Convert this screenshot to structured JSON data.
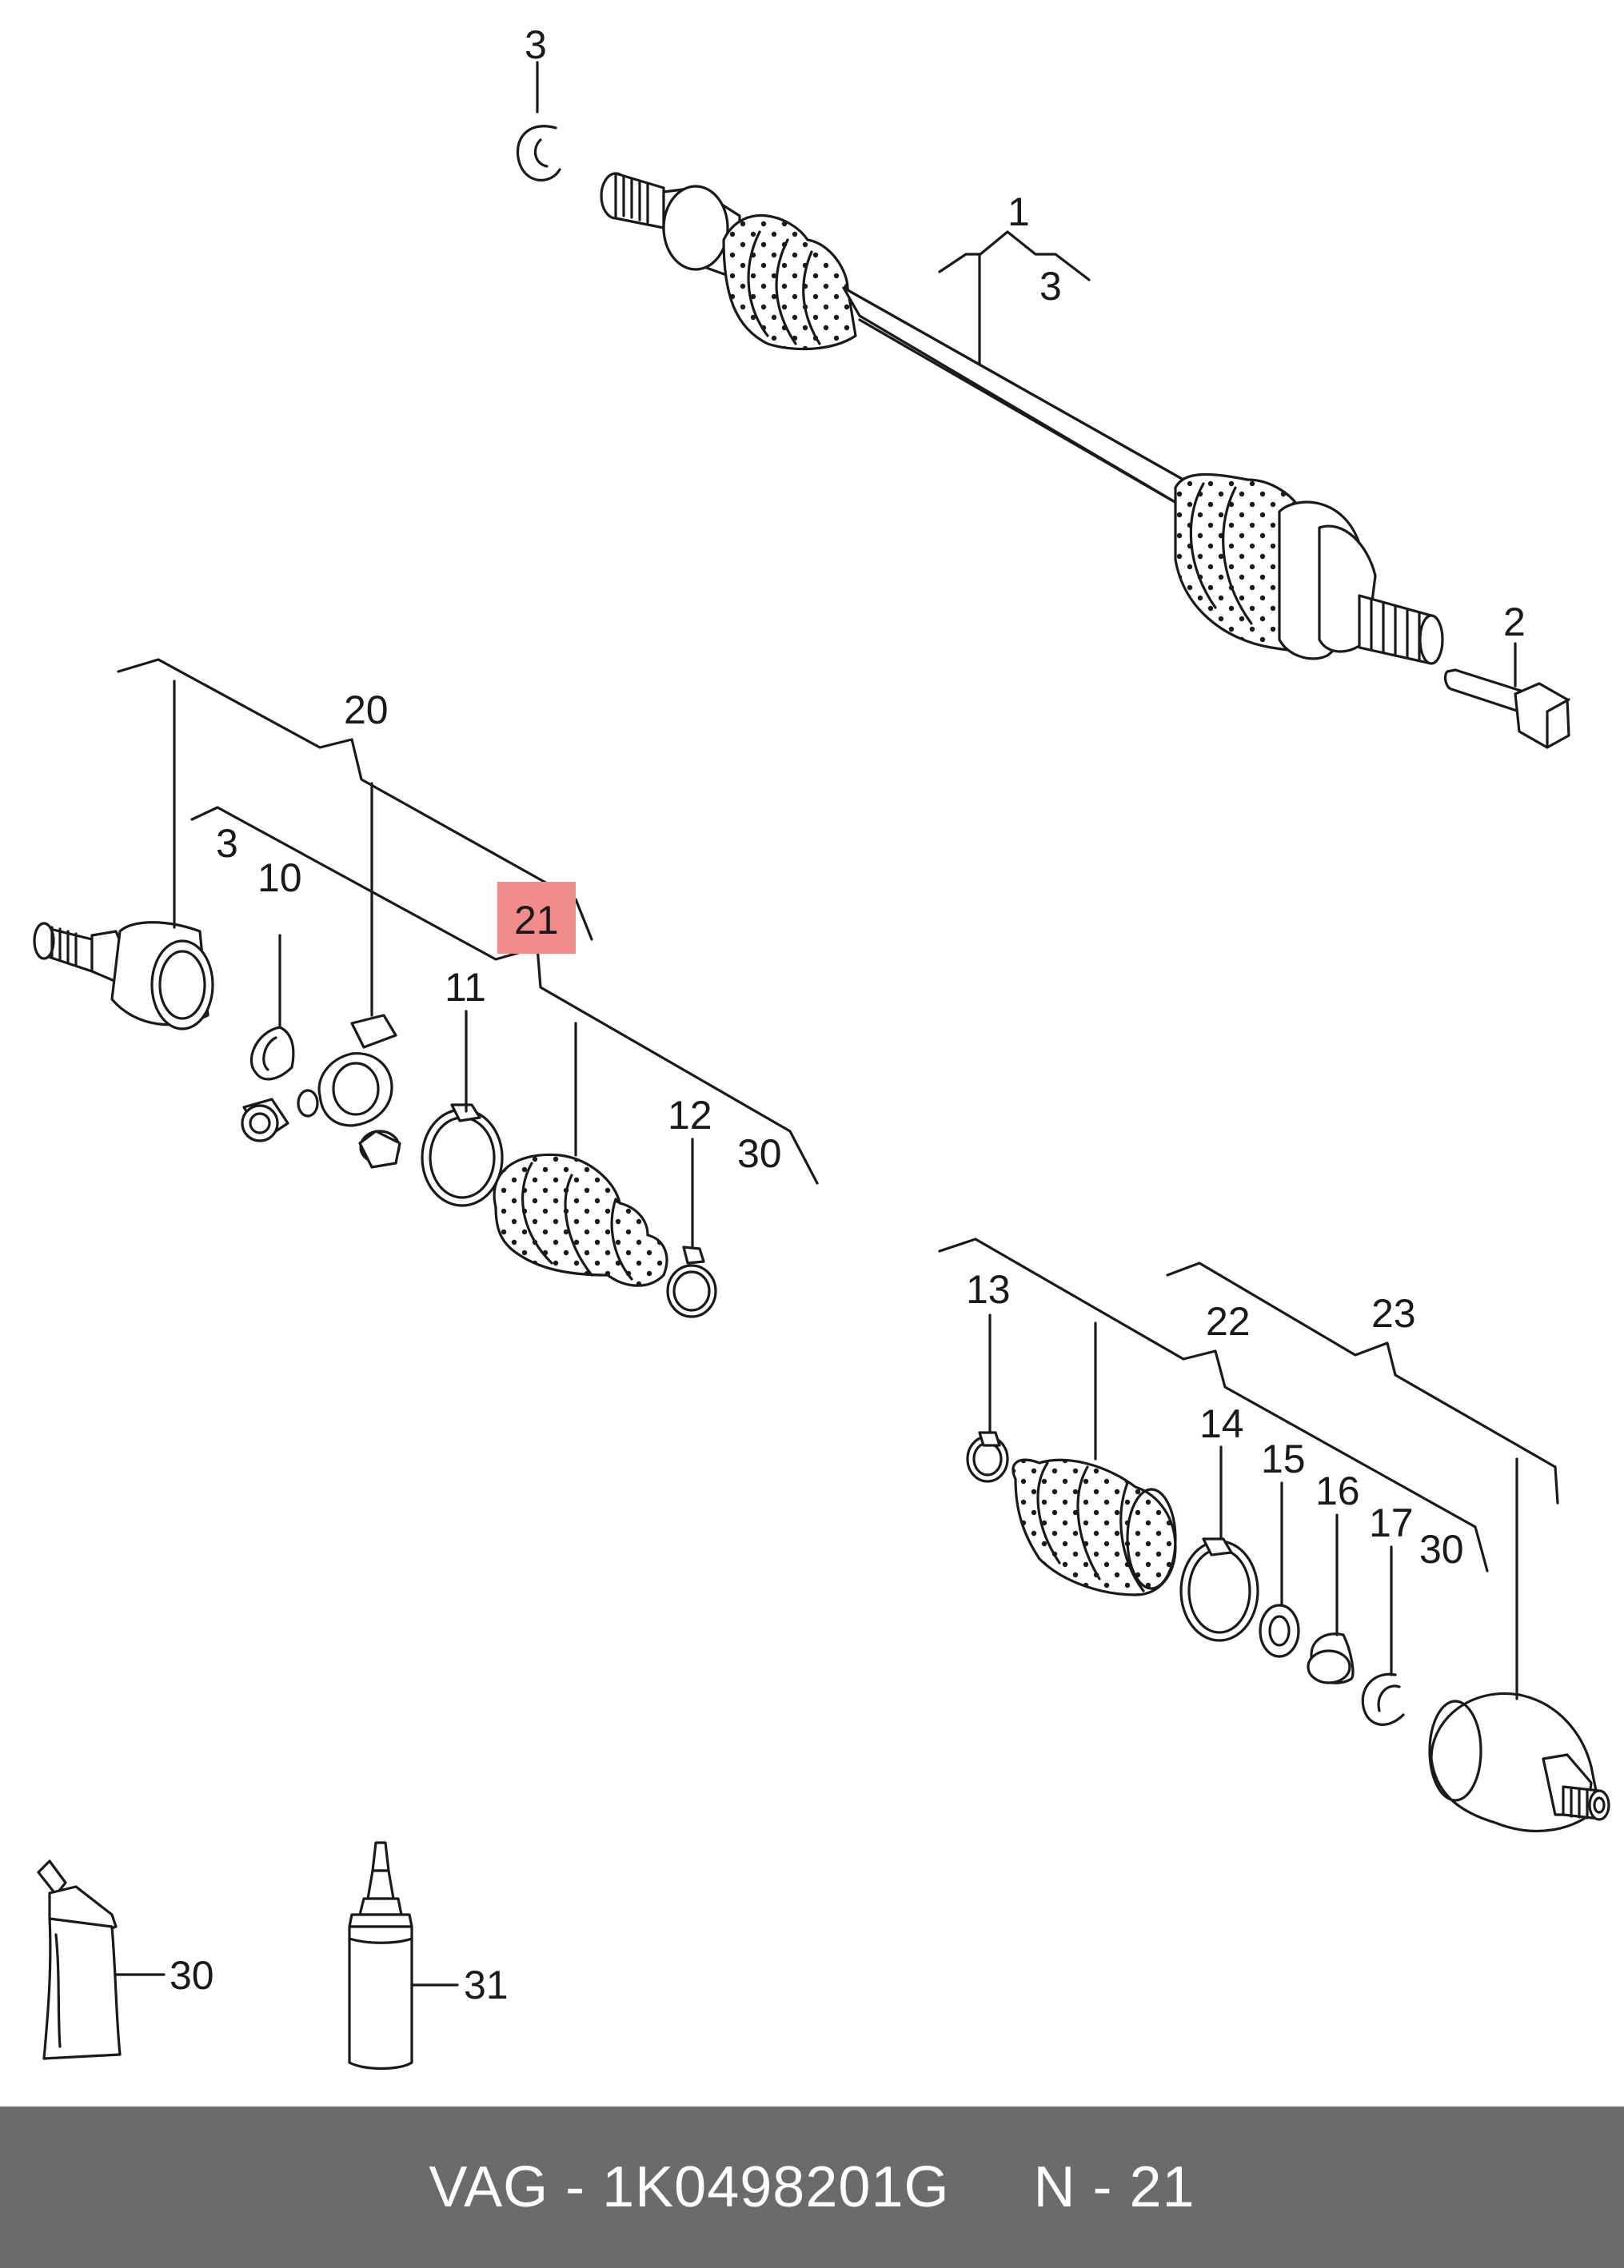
{
  "callouts": {
    "c1": "1",
    "c2": "2",
    "c3_top": "3",
    "c3_main": "3",
    "c3_left": "3",
    "c10": "10",
    "c11": "11",
    "c12": "12",
    "c13": "13",
    "c14": "14",
    "c15": "15",
    "c16": "16",
    "c17": "17",
    "c20": "20",
    "c21": "21",
    "c22": "22",
    "c23": "23",
    "c30_left": "30",
    "c30_right": "30",
    "c30_tube": "30",
    "c31": "31"
  },
  "highlight_color": "#f28b8b",
  "footer": {
    "text": "VAG - 1K0498201G     N - 21"
  }
}
